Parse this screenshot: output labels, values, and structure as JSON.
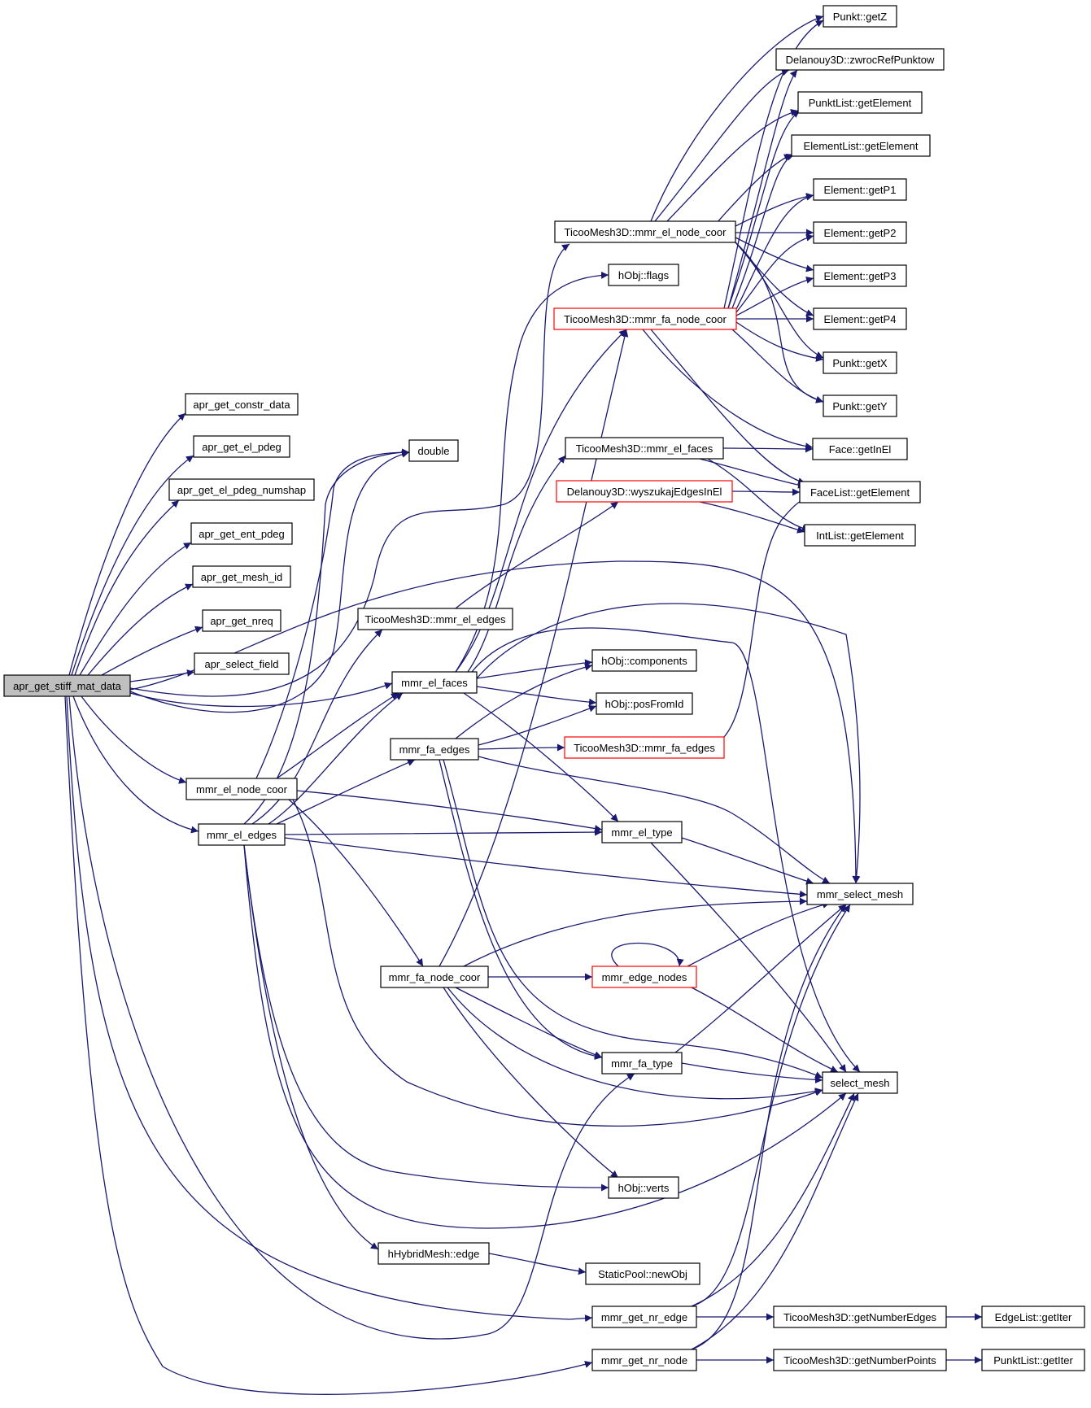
{
  "nodes": {
    "root": "apr_get_stiff_mat_data",
    "apr_get_constr_data": "apr_get_constr_data",
    "apr_get_el_pdeg": "apr_get_el_pdeg",
    "apr_get_el_pdeg_numshap": "apr_get_el_pdeg_numshap",
    "apr_get_ent_pdeg": "apr_get_ent_pdeg",
    "apr_get_mesh_id": "apr_get_mesh_id",
    "apr_get_nreq": "apr_get_nreq",
    "apr_select_field": "apr_select_field",
    "double": "double",
    "mmr_el_node_coor": "mmr_el_node_coor",
    "mmr_el_edges": "mmr_el_edges",
    "tm_mmr_el_edges": "TicooMesh3D::mmr_el_edges",
    "mmr_el_faces": "mmr_el_faces",
    "mmr_fa_edges": "mmr_fa_edges",
    "mmr_fa_node_coor": "mmr_fa_node_coor",
    "hhybrid_edge": "hHybridMesh::edge",
    "tm_el_node_coor": "TicooMesh3D::mmr_el_node_coor",
    "hobj_flags": "hObj::flags",
    "tm_fa_node_coor": "TicooMesh3D::mmr_fa_node_coor",
    "tm_el_faces": "TicooMesh3D::mmr_el_faces",
    "del_wyszukaj": "Delanouy3D::wyszukajEdgesInEl",
    "hobj_components": "hObj::components",
    "hobj_posfromid": "hObj::posFromId",
    "tm_fa_edges": "TicooMesh3D::mmr_fa_edges",
    "mmr_el_type": "mmr_el_type",
    "mmr_edge_nodes": "mmr_edge_nodes",
    "mmr_fa_type": "mmr_fa_type",
    "hobj_verts": "hObj::verts",
    "staticpool_newobj": "StaticPool::newObj",
    "mmr_get_nr_edge": "mmr_get_nr_edge",
    "mmr_get_nr_node": "mmr_get_nr_node",
    "punkt_getz": "Punkt::getZ",
    "del_zwroc": "Delanouy3D::zwrocRefPunktow",
    "punktlist_getelement": "PunktList::getElement",
    "elementlist_getelement": "ElementList::getElement",
    "element_getp1": "Element::getP1",
    "element_getp2": "Element::getP2",
    "element_getp3": "Element::getP3",
    "element_getp4": "Element::getP4",
    "punkt_getx": "Punkt::getX",
    "punkt_gety": "Punkt::getY",
    "face_getinel": "Face::getInEl",
    "facelist_getelement": "FaceList::getElement",
    "intlist_getelement": "IntList::getElement",
    "mmr_select_mesh": "mmr_select_mesh",
    "select_mesh": "select_mesh",
    "tm_getnumberedges": "TicooMesh3D::getNumberEdges",
    "tm_getnumberpoints": "TicooMesh3D::getNumberPoints",
    "edgelist_getiter": "EdgeList::getIter",
    "punktlist_getiter": "PunktList::getIter"
  },
  "colors": {
    "edge": "#191970",
    "border": "#000000",
    "highlight_border": "#ff0000",
    "root_fill": "#bfbfbf"
  }
}
